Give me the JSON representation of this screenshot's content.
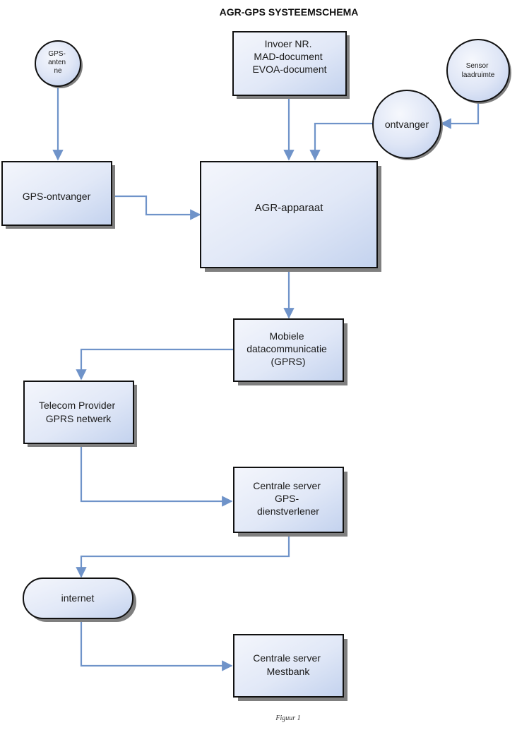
{
  "title": "AGR-GPS SYSTEEMSCHEMA",
  "caption": "Figuur 1",
  "nodes": {
    "gps_antenne": {
      "lines": [
        "GPS-",
        "anten",
        "ne"
      ]
    },
    "invoer": {
      "lines": [
        "Invoer NR.",
        "MAD-document",
        "EVOA-document"
      ]
    },
    "sensor": {
      "lines": [
        "Sensor",
        "laadruimte"
      ]
    },
    "ontvanger": {
      "lines": [
        "ontvanger"
      ]
    },
    "gps_ontvanger": {
      "lines": [
        "GPS-ontvanger"
      ]
    },
    "agr_apparaat": {
      "lines": [
        "AGR-apparaat"
      ]
    },
    "mobiele": {
      "lines": [
        "Mobiele",
        "datacommunicatie",
        "(GPRS)"
      ]
    },
    "telecom": {
      "lines": [
        "Telecom Provider",
        "GPRS netwerk"
      ]
    },
    "centrale_gps": {
      "lines": [
        "Centrale server",
        "GPS-",
        "dienstverlener"
      ]
    },
    "internet": {
      "lines": [
        "internet"
      ]
    },
    "centrale_mestbank": {
      "lines": [
        "Centrale server",
        "Mestbank"
      ]
    }
  },
  "colors": {
    "connector": "#6f93c9",
    "box_fill_light": "#eef2fb",
    "box_fill_dark": "#c6d4ef",
    "border": "#111111"
  }
}
